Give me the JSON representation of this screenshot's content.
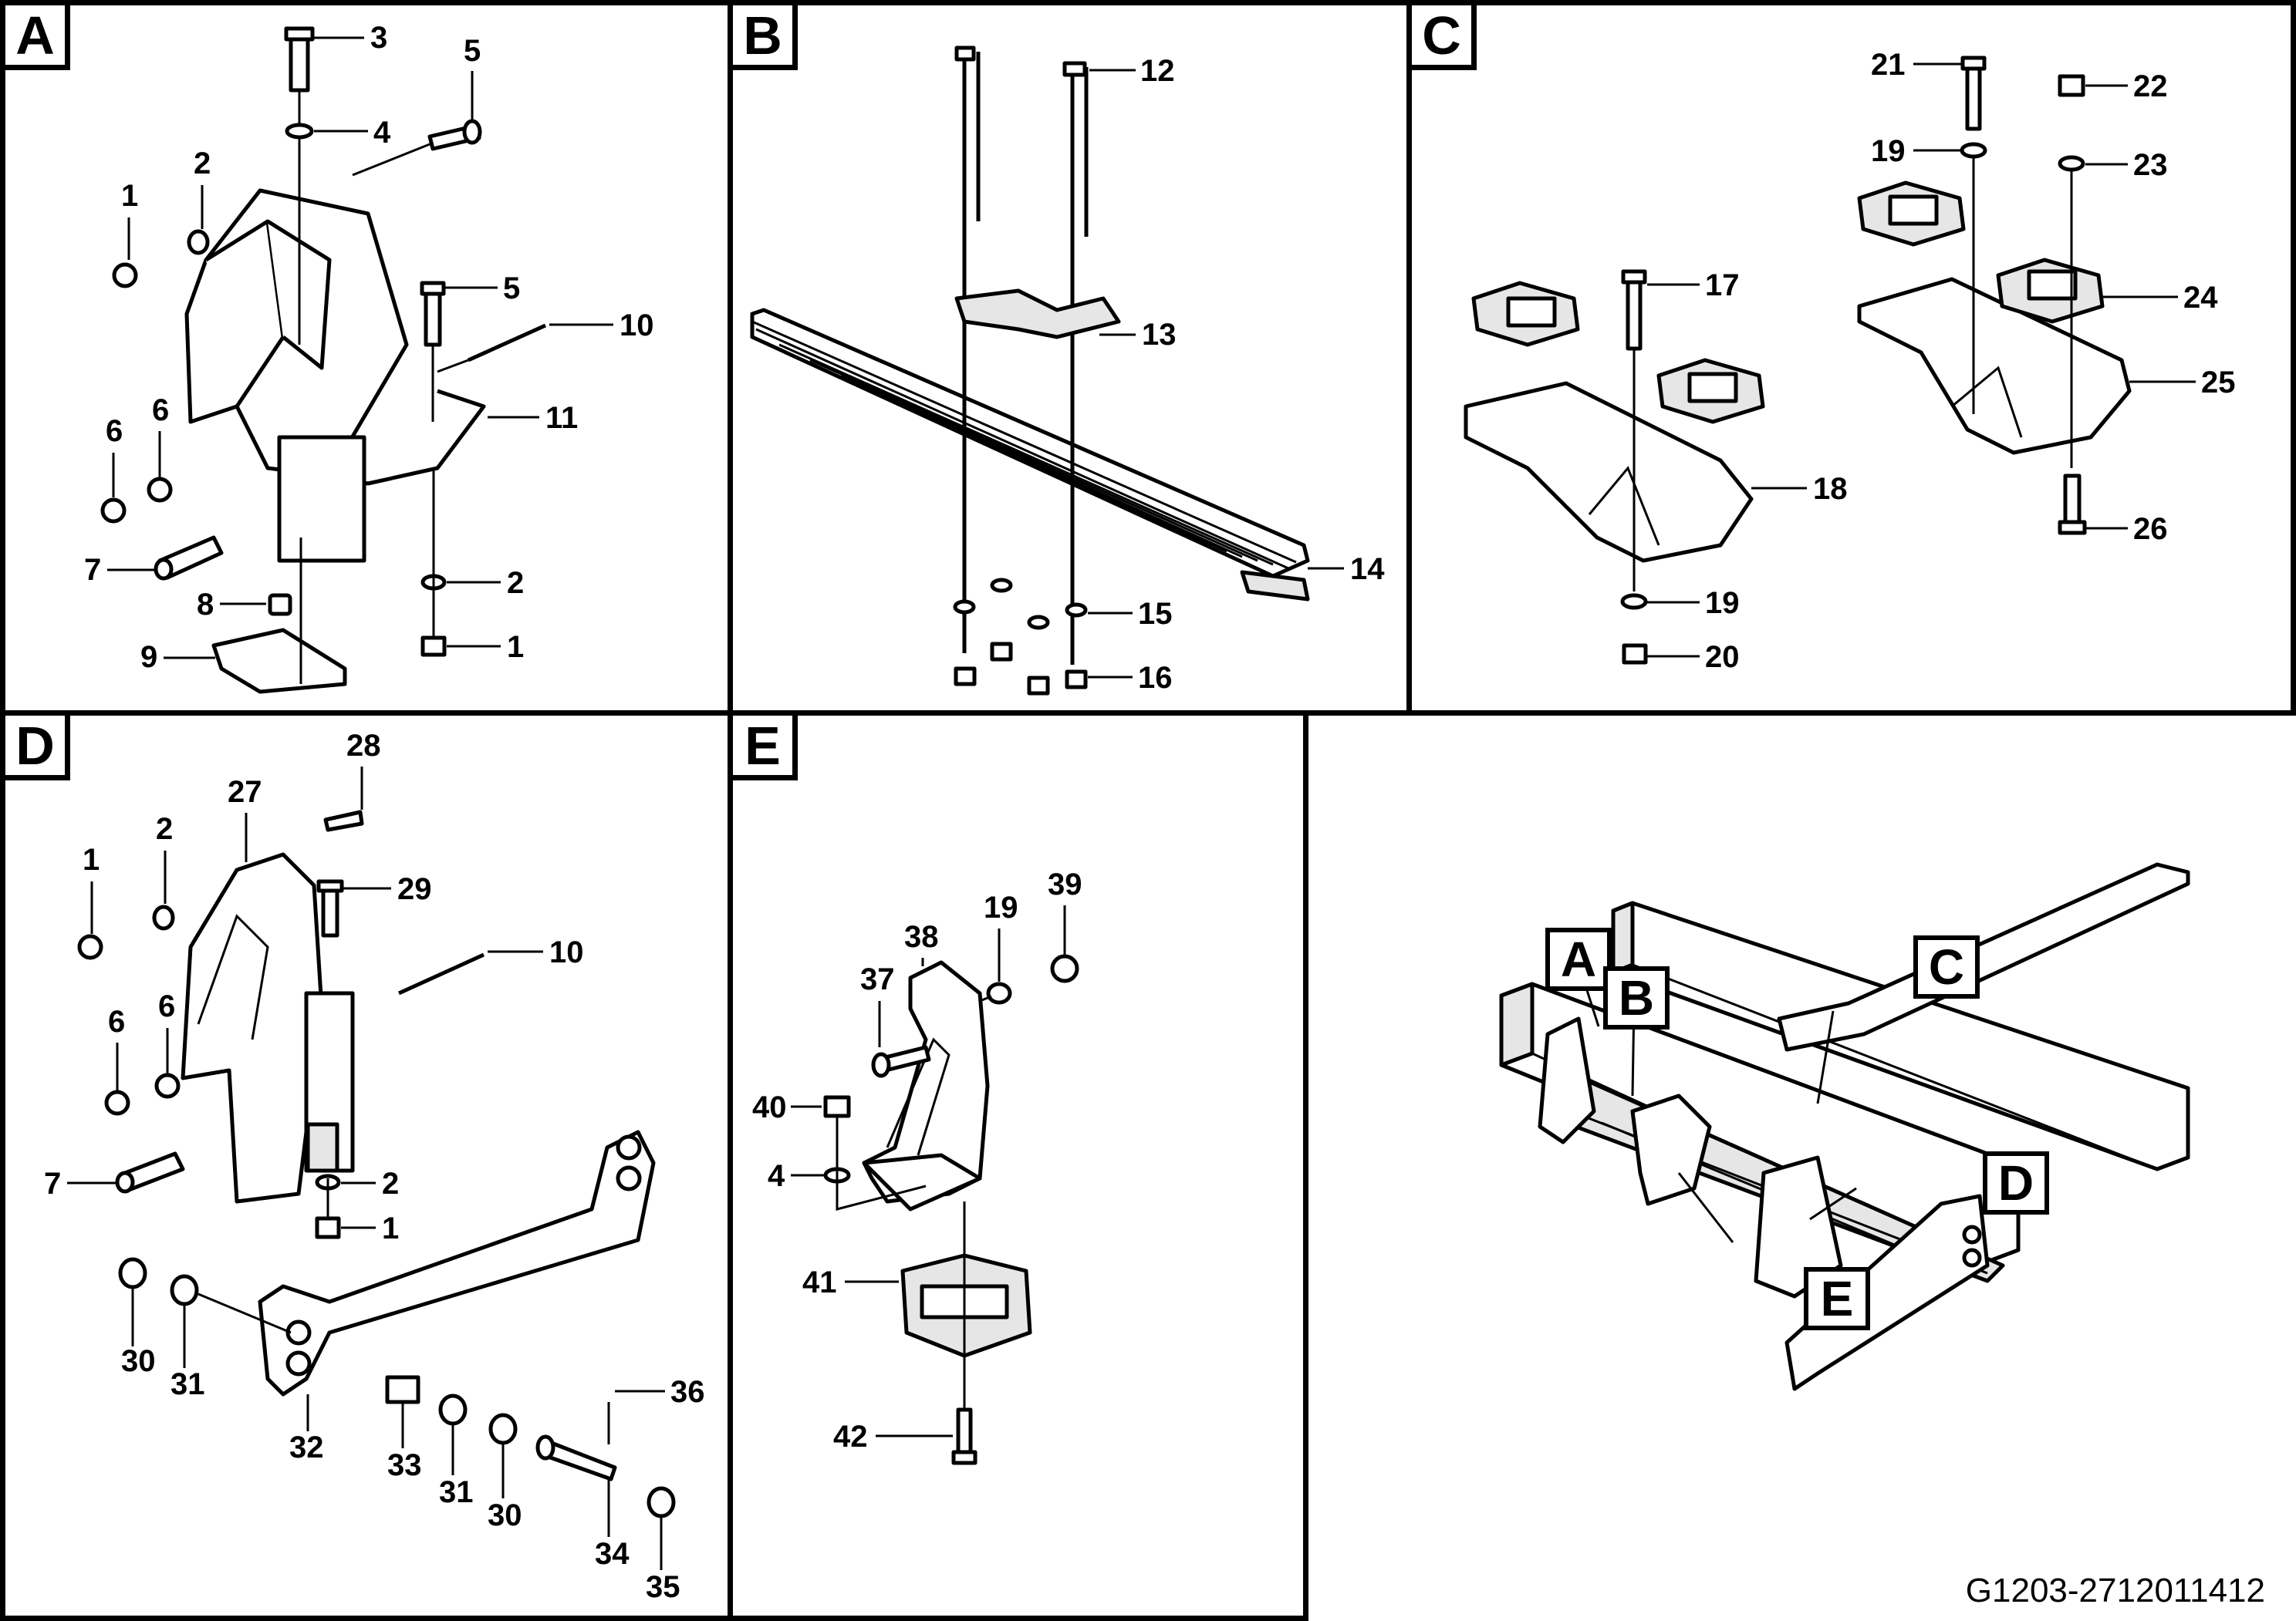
{
  "panels": {
    "A": {
      "label": "A",
      "callouts": [
        "1",
        "2",
        "3",
        "4",
        "5",
        "5",
        "6",
        "6",
        "7",
        "8",
        "9",
        "10",
        "11",
        "2",
        "1"
      ]
    },
    "B": {
      "label": "B",
      "callouts": [
        "12",
        "13",
        "14",
        "15",
        "16"
      ]
    },
    "C": {
      "label": "C",
      "callouts": [
        "17",
        "18",
        "19",
        "20",
        "21",
        "19",
        "22",
        "23",
        "24",
        "25",
        "26"
      ]
    },
    "D": {
      "label": "D",
      "callouts": [
        "1",
        "2",
        "27",
        "28",
        "29",
        "10",
        "6",
        "6",
        "7",
        "2",
        "1",
        "30",
        "31",
        "32",
        "33",
        "31",
        "30",
        "34",
        "35",
        "36"
      ]
    },
    "E": {
      "label": "E",
      "callouts": [
        "37",
        "38",
        "19",
        "39",
        "40",
        "4",
        "41",
        "42"
      ]
    },
    "overview": {
      "tags": [
        "A",
        "B",
        "C",
        "D",
        "E"
      ]
    }
  },
  "reference_code": "G1203-2712011412"
}
